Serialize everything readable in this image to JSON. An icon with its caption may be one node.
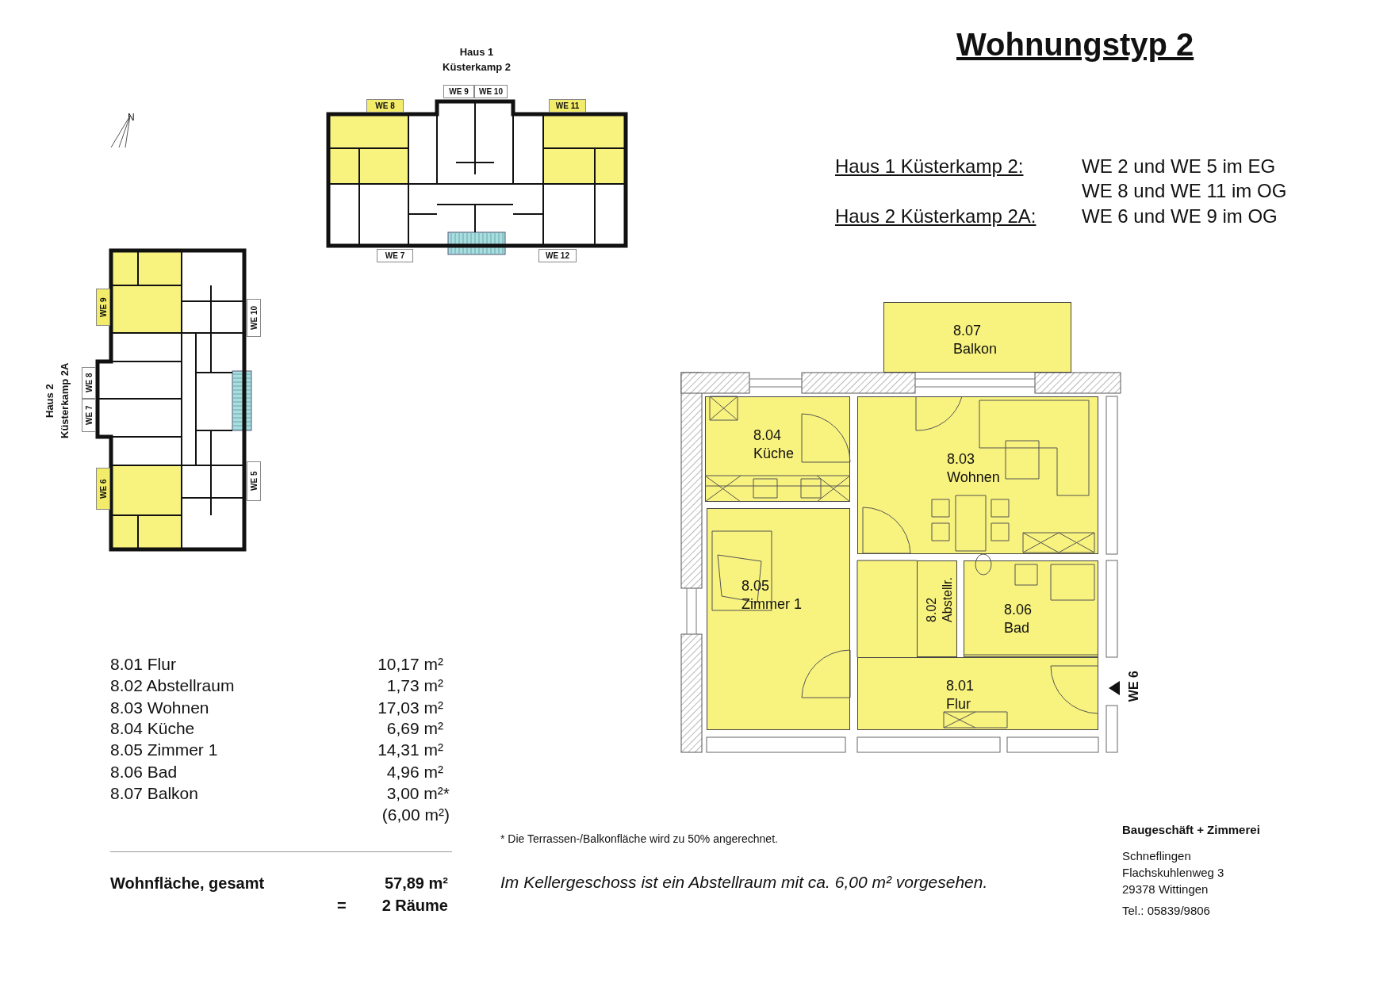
{
  "diagram": {
    "title": "Wohnungstyp 2",
    "nodes": [
      {
        "text": [
          "Haus 1 Küsterkamp 2"
        ]
      },
      {
        "text": [
          "WE 9"
        ]
      },
      {
        "text": [
          "WE 10"
        ]
      },
      {
        "text": [
          "WE 8"
        ]
      },
      {
        "text": [
          "WE 11"
        ]
      },
      {
        "text": [
          "WE 7"
        ]
      },
      {
        "text": [
          "WE 12"
        ]
      },
      {
        "text": [
          "Haus 2 Küsterkamp 2A"
        ]
      },
      {
        "text": [
          "WE 9"
        ]
      },
      {
        "text": [
          "WE 10"
        ]
      },
      {
        "text": [
          "WE 8"
        ]
      },
      {
        "text": [
          "WE 7"
        ]
      },
      {
        "text": [
          "WE 6"
        ]
      },
      {
        "text": [
          "WE 5"
        ]
      },
      {
        "text": [
          "8.07 Balkon"
        ]
      },
      {
        "text": [
          "8.04 Küche"
        ]
      },
      {
        "text": [
          "8.03 Wohnen"
        ]
      },
      {
        "text": [
          "8.05 Zimmer 1"
        ]
      },
      {
        "text": [
          "8.02 Abstellr."
        ]
      },
      {
        "text": [
          "8.06 Bad"
        ]
      },
      {
        "text": [
          "8.01 Flur"
        ]
      }
    ],
    "edges": [],
    "labels": [
      "N",
      "Haus 1 Küsterkamp 2:",
      "WE 2 und WE 5 im EG",
      "WE 8 und WE 11 im OG",
      "Haus 2 Küsterkamp 2A:",
      "WE 6 und WE 9 im OG",
      "WE 6",
      "8.01 Flur",
      "10,17 m²",
      "8.02 Abstellraum",
      "1,73 m²",
      "8.03 Wohnen",
      "17,03 m²",
      "8.04 Küche",
      "6,69 m²",
      "8.05 Zimmer 1",
      "14,31 m²",
      "8.06 Bad",
      "4,96 m²",
      "8.07 Balkon",
      "3,00 m²*",
      "(6,00 m²)",
      "* Die Terrassen-/Balkonfläche wird zu 50% angerechnet.",
      "Wohnfläche, gesamt",
      "57,89 m²",
      "Im Kellergeschoss ist ein Abstellraum mit ca. 6,00 m² vorgesehen.",
      "=",
      "2 Räume",
      "Baugeschäft + Zimmerei",
      "Schneflingen",
      "Flachskuhlenweg 3",
      "29378 Wittingen",
      "Tel.: 05839/9806"
    ]
  }
}
